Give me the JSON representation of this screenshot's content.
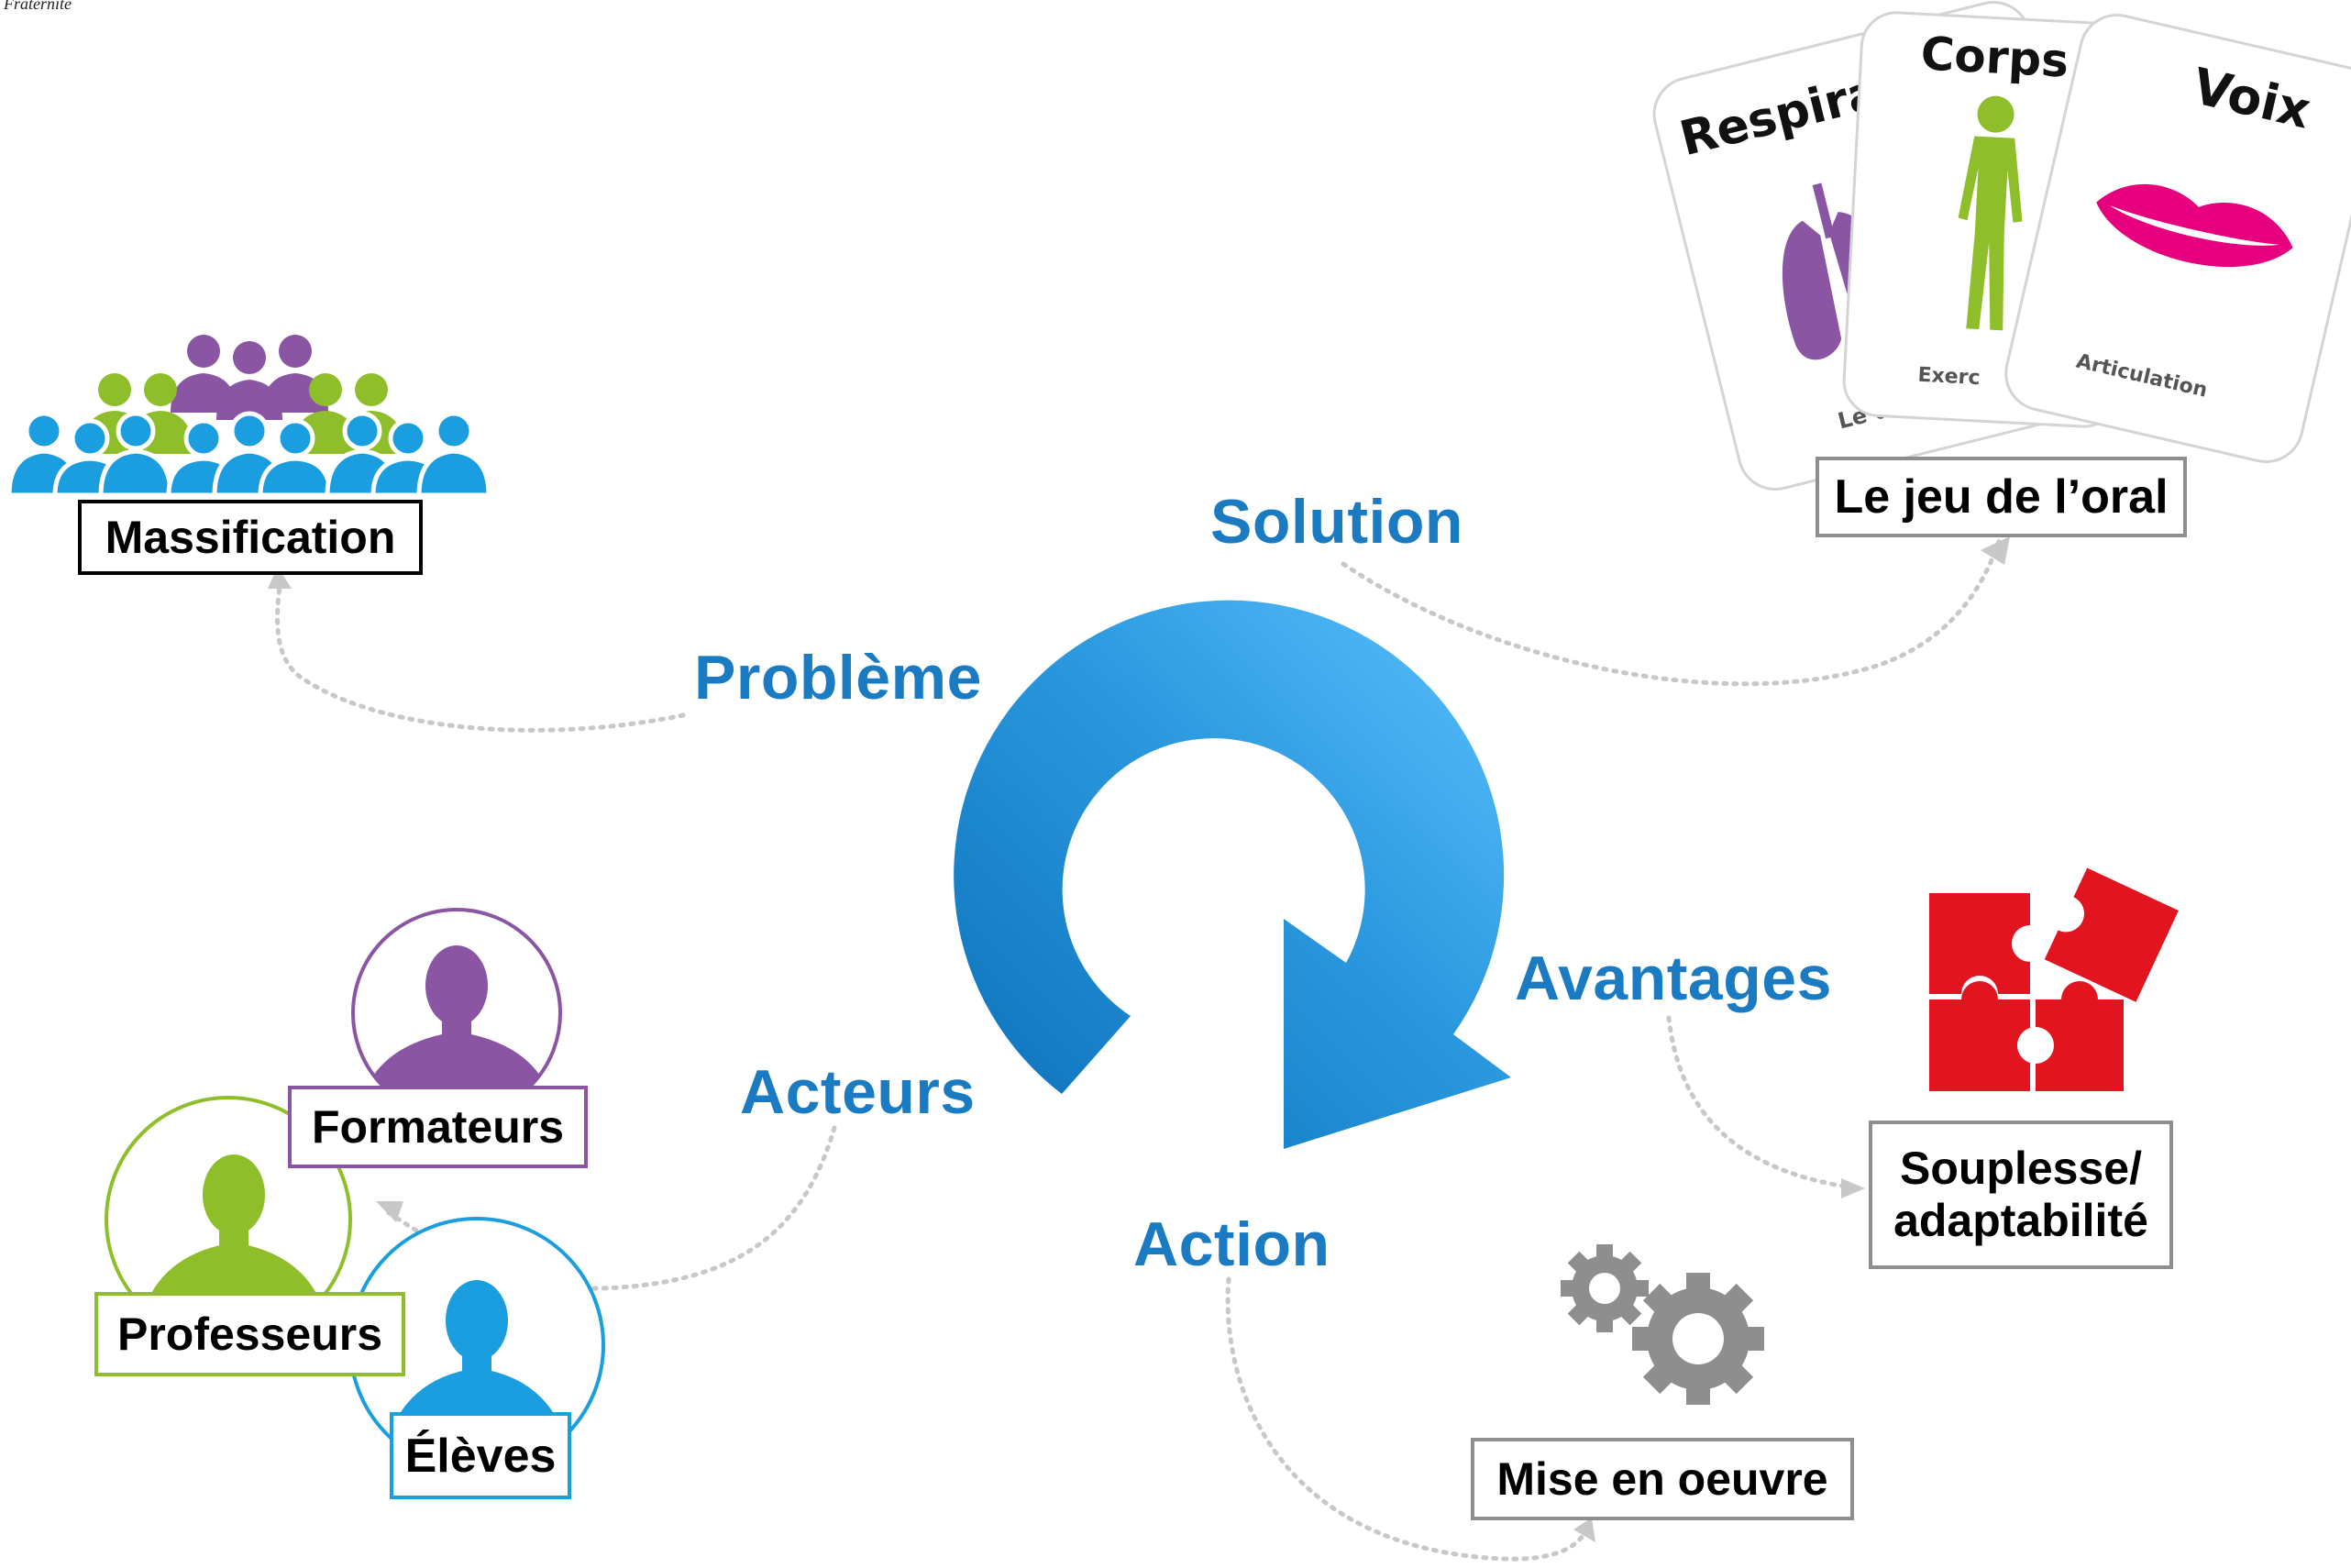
{
  "corner_text": "Fraternité",
  "center_labels": {
    "probleme": "Problème",
    "solution": "Solution",
    "acteurs": "Acteurs",
    "avantages": "Avantages",
    "action": "Action"
  },
  "boxes": {
    "massification": "Massification",
    "jeu_oral": "Le jeu de l’oral",
    "formateurs": "Formateurs",
    "professeurs": "Professeurs",
    "eleves": "Élèves",
    "souplesse_line1": "Souplesse/",
    "souplesse_line2": "adaptabilité",
    "mise_en_oeuvre": "Mise en oeuvre"
  },
  "cards": {
    "respiration": {
      "title": "Respirat",
      "footer": "Le dia"
    },
    "corps": {
      "title": "Corps",
      "footer": "Exerc"
    },
    "voix": {
      "title": "Voix",
      "footer": "Articulation"
    }
  },
  "icons": [
    "audience-icon",
    "lungs-icon",
    "human-body-icon",
    "lips-icon",
    "cycle-arrow-icon",
    "person-icon",
    "puzzle-icon",
    "gears-icon"
  ],
  "colors": {
    "label_blue": "#1a7bc2",
    "purple": "#8a55a3",
    "green": "#8fbe2b",
    "blue": "#1a9ee0",
    "red": "#e2141f",
    "gray": "#8e8e8e",
    "pink": "#e6007e"
  }
}
